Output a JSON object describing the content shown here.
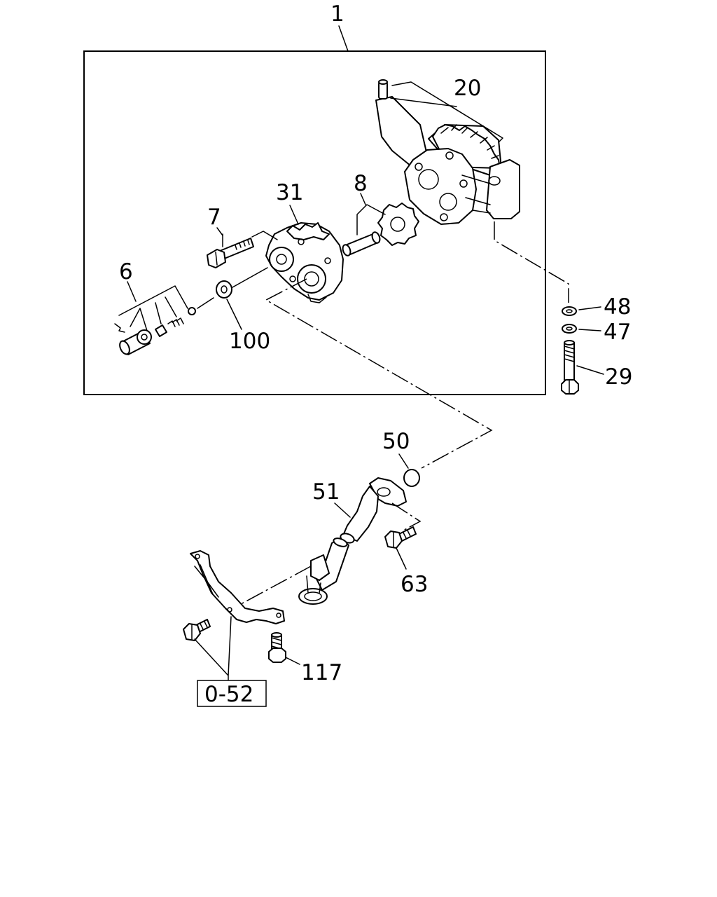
{
  "callouts": {
    "assembly": "1",
    "pump_body": "20",
    "pump_cover": "31",
    "driven_gear": "8",
    "bolt_cover": "7",
    "relief_valve_set": "6",
    "o_ring_cover": "100",
    "washer_48": "48",
    "washer_47": "47",
    "bolt_29": "29",
    "o_ring_50": "50",
    "oil_pipe": "51",
    "bolt_63": "63",
    "bolt_117": "117"
  },
  "reference_box": "0-52"
}
